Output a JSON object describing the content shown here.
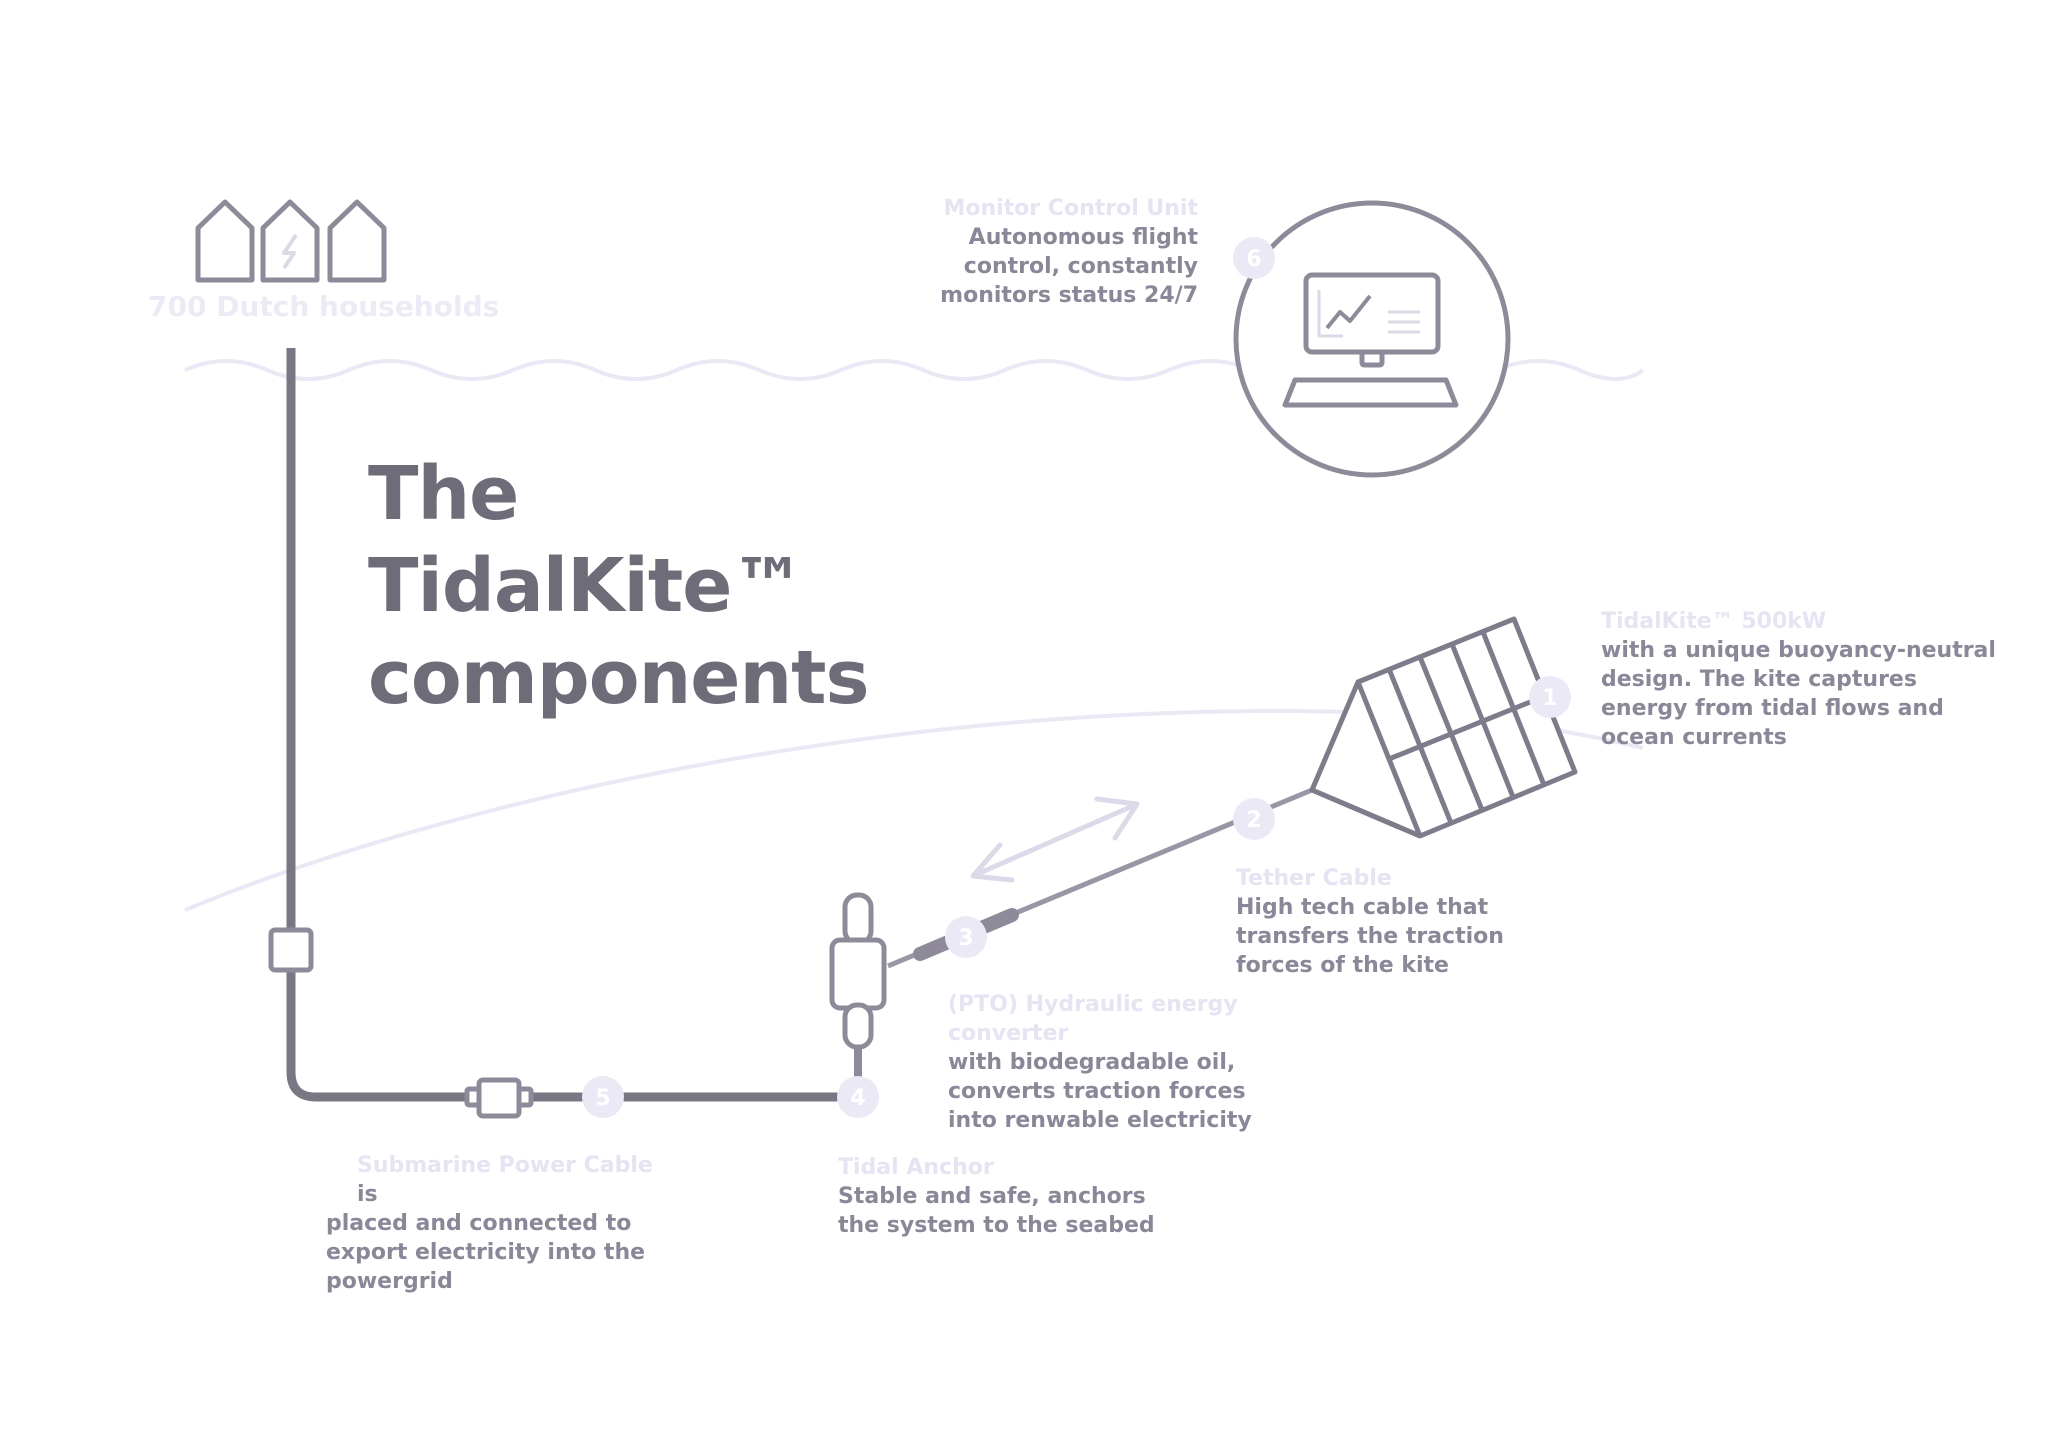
{
  "title": {
    "line1": "The",
    "line2": "TidalKite™",
    "line3": "components"
  },
  "households": {
    "caption": "700 Dutch households"
  },
  "components": [
    {
      "num": "1",
      "title": "TidalKite™ 500kW",
      "body": "with a unique buoyancy-neutral design. The kite captures energy from tidal flows and ocean currents"
    },
    {
      "num": "2",
      "title": "Tether Cable",
      "body": "High tech cable that transfers the traction forces of the kite"
    },
    {
      "num": "3",
      "title": "(PTO) Hydraulic energy converter",
      "body": "with biodegradable oil, converts traction forces into renwable electricity"
    },
    {
      "num": "4",
      "title": "Tidal Anchor",
      "body": "Stable and safe, anchors the system to the seabed"
    },
    {
      "num": "5",
      "title": "Submarine Power Cable",
      "body_suffix": " is",
      "body": "placed and connected to export electricity into the powergrid"
    },
    {
      "num": "6",
      "title": "Monitor Control Unit",
      "body": "Autonomous flight control, constantly monitors status 24/7"
    }
  ],
  "colors": {
    "line_dark": "#7a7785",
    "line_mid": "#9a96a6",
    "line_light": "#ebe8f5",
    "badge": "#ece9f6",
    "text": "#8b8798"
  },
  "icons": [
    "house-icon",
    "house-lightning-icon",
    "monitor-computer-icon",
    "kite-icon",
    "double-arrow-icon",
    "junction-box-icon"
  ]
}
